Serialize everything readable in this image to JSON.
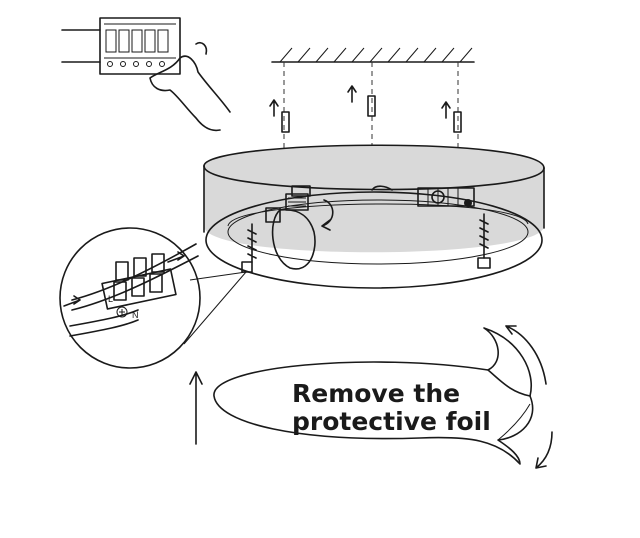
{
  "caption": {
    "line1": "Remove the",
    "line2": "protective foil"
  },
  "terminal_labels": [
    "L",
    "N"
  ],
  "colors": {
    "ink": "#1a1a1a",
    "shade_fill": "#d9d9d9",
    "background": "#ffffff"
  }
}
